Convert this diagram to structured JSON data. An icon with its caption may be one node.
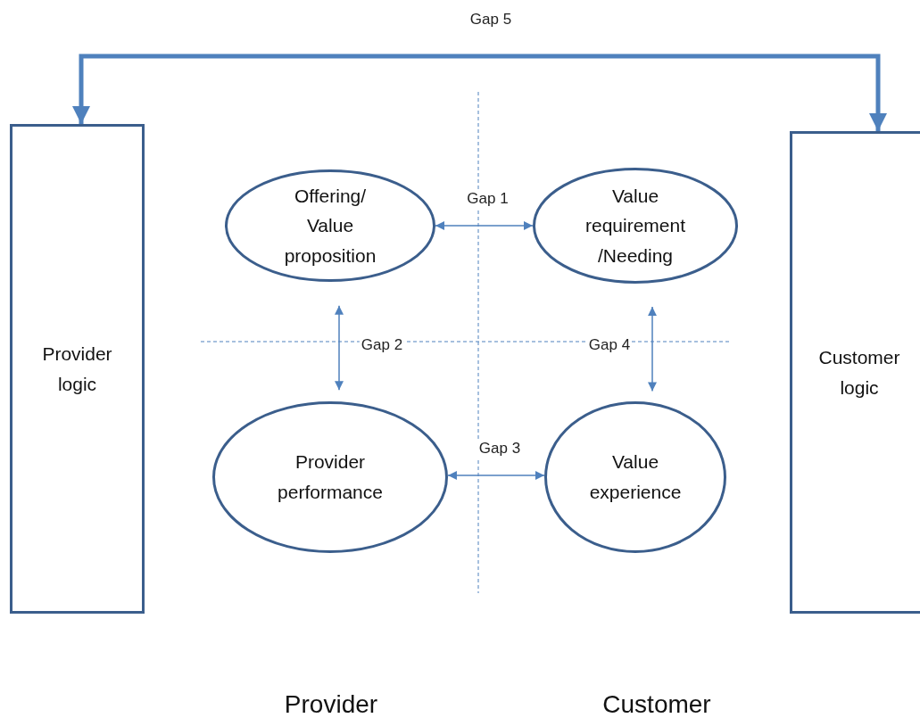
{
  "diagram": {
    "nodes": [
      {
        "text": [
          "Provider logic"
        ]
      },
      {
        "text": [
          "Offering/ Value proposition"
        ]
      },
      {
        "text": [
          "Value requirement /Needing"
        ]
      },
      {
        "text": [
          "Provider performance"
        ]
      },
      {
        "text": [
          "Value experience"
        ]
      },
      {
        "text": [
          "Customer logic"
        ]
      }
    ],
    "edges": [
      {
        "from": 0,
        "to": 5,
        "arrow": "both",
        "label": "Gap 5",
        "style": "thick"
      },
      {
        "from": 1,
        "to": 2,
        "arrow": "both",
        "label": "Gap 1"
      },
      {
        "from": 1,
        "to": 3,
        "arrow": "both",
        "label": "Gap 2"
      },
      {
        "from": 3,
        "to": 4,
        "arrow": "both",
        "label": "Gap 3"
      },
      {
        "from": 2,
        "to": 4,
        "arrow": "both",
        "label": "Gap 4"
      }
    ],
    "labels": [
      "Provider",
      "Customer"
    ]
  }
}
